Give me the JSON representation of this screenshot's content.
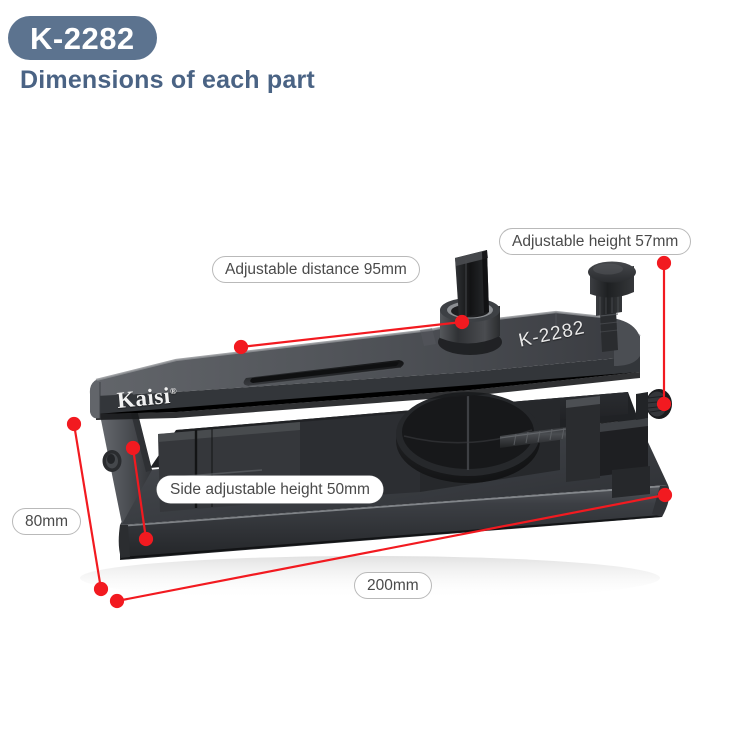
{
  "header": {
    "model_badge": "K-2282",
    "subtitle": "Dimensions of each part",
    "badge_bg": "#5c738f",
    "subtitle_color": "#4a6384"
  },
  "product": {
    "brand_name": "Kaisi",
    "brand_registered_mark": "®",
    "engraved_model": "K-2282",
    "body_color": "#4a4d52",
    "dark_color": "#1c1d1f"
  },
  "callouts": [
    {
      "id": "adjustable-height",
      "label": "Adjustable height 57mm"
    },
    {
      "id": "adjustable-distance",
      "label": "Adjustable distance 95mm"
    },
    {
      "id": "side-adjustable",
      "label": "Side adjustable height 50mm"
    },
    {
      "id": "depth",
      "label": "80mm"
    },
    {
      "id": "length",
      "label": "200mm"
    }
  ],
  "dimension_lines": {
    "accent_color": "#f21a20",
    "items": [
      {
        "id": "adjustable-height-line",
        "label": "Adjustable height 57mm",
        "value": 57,
        "unit": "mm"
      },
      {
        "id": "adjustable-distance-line",
        "label": "Adjustable distance 95mm",
        "value": 95,
        "unit": "mm"
      },
      {
        "id": "side-adjustable-line",
        "label": "Side adjustable height 50mm",
        "value": 50,
        "unit": "mm"
      },
      {
        "id": "depth-line",
        "label": "80mm",
        "value": 80,
        "unit": "mm"
      },
      {
        "id": "length-line",
        "label": "200mm",
        "value": 200,
        "unit": "mm"
      }
    ]
  }
}
